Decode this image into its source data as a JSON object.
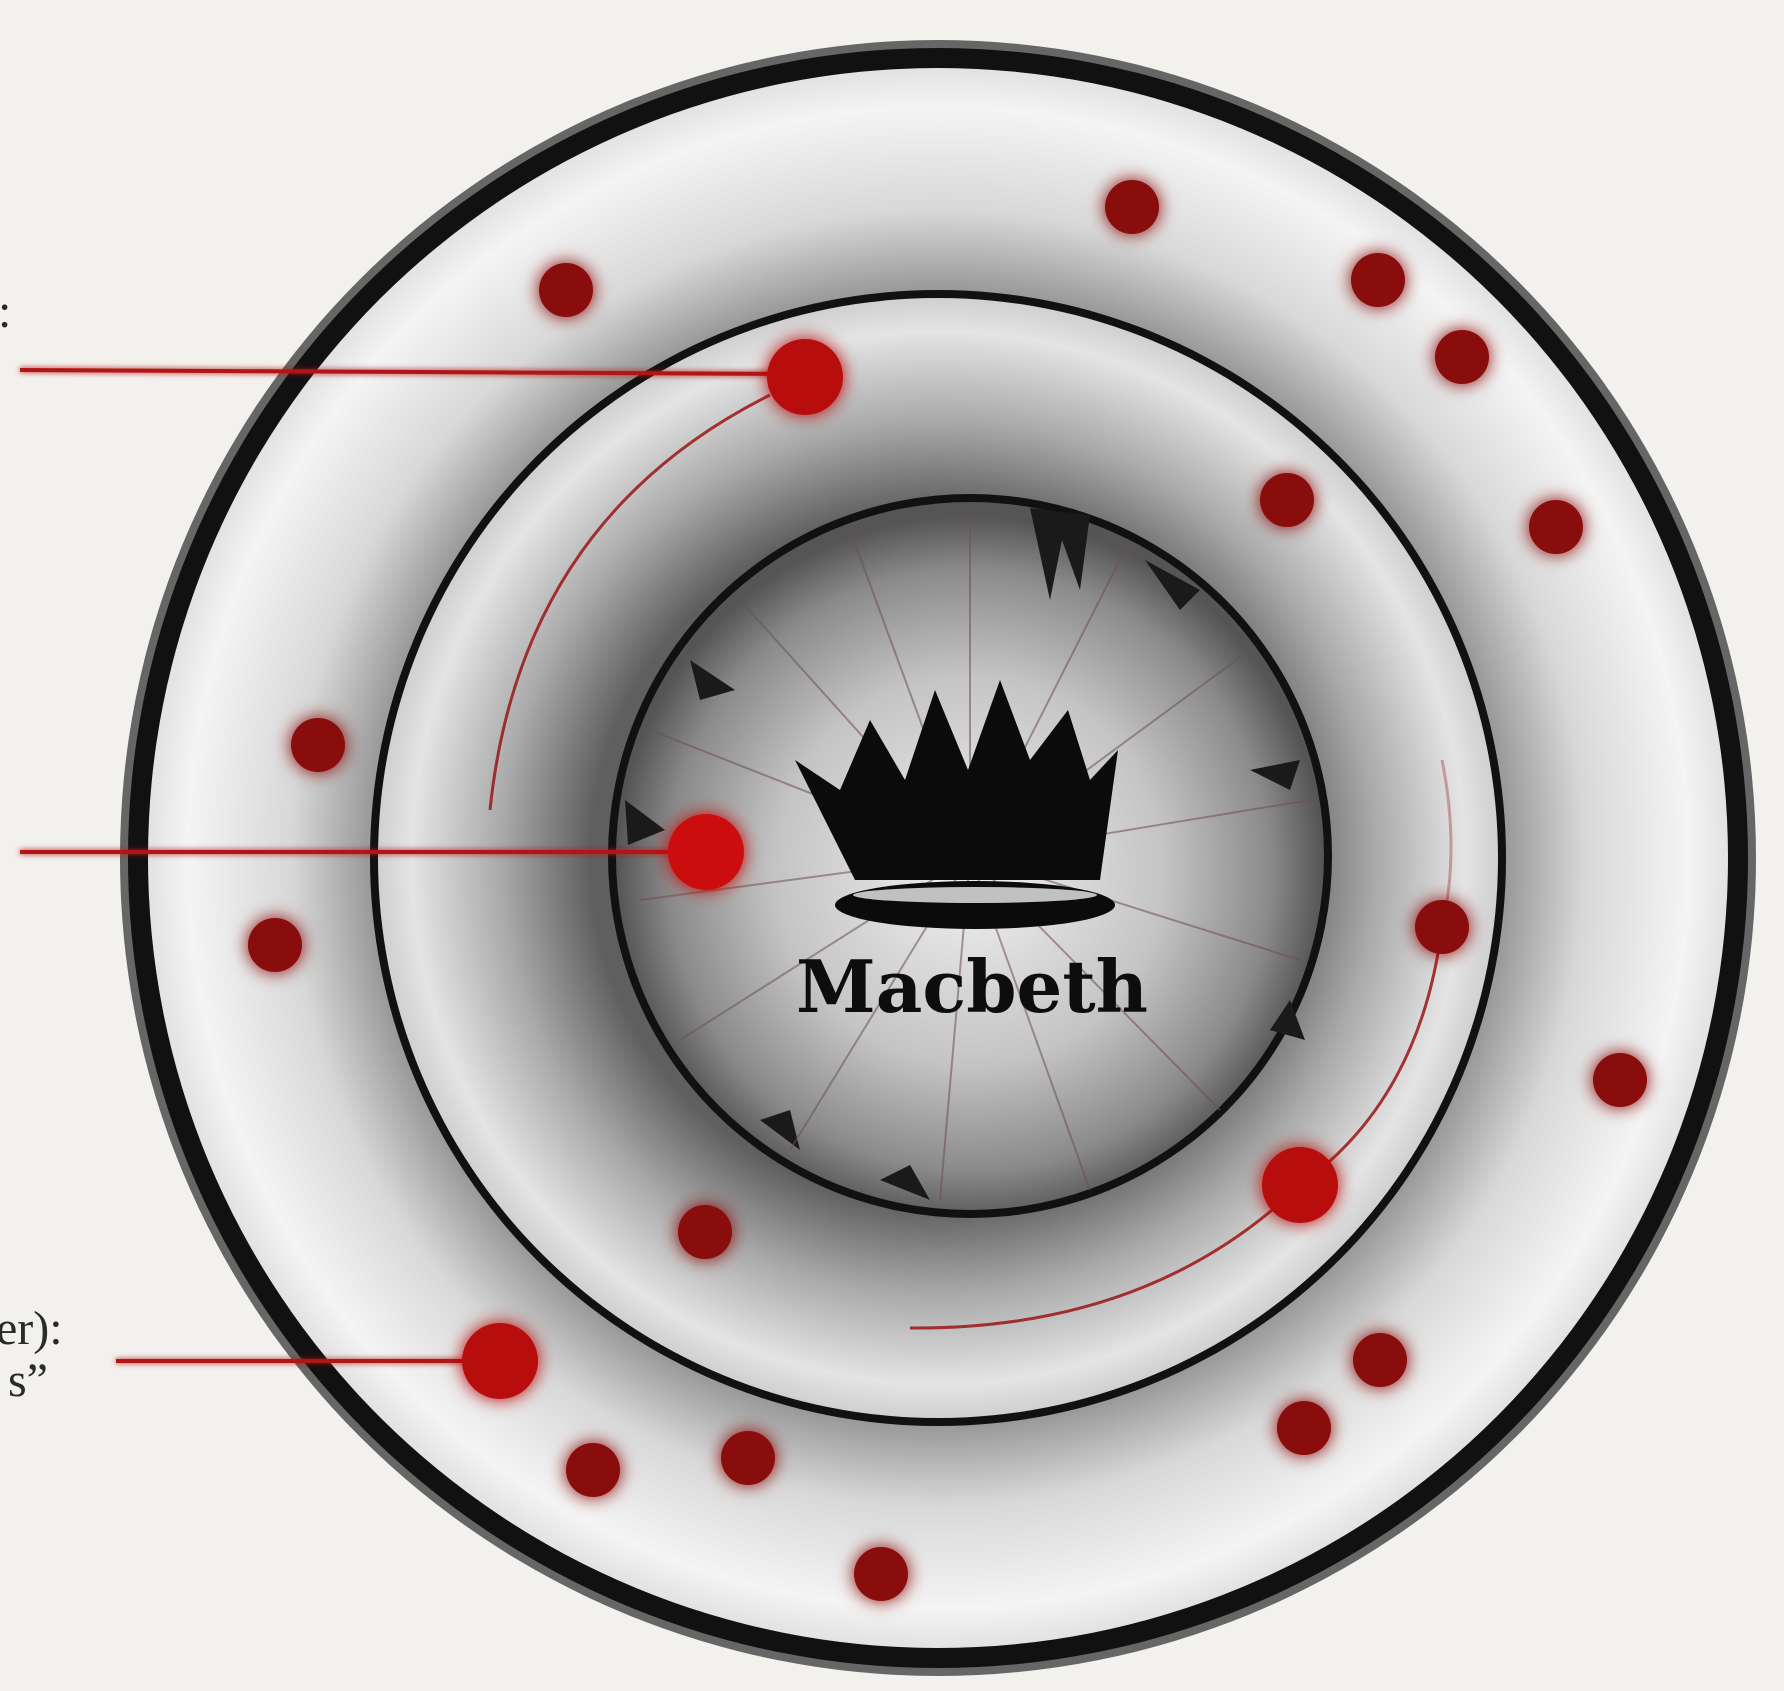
{
  "center": {
    "title": "Macbeth",
    "icon": "crown-icon"
  },
  "labels": {
    "top_fragment": ":",
    "bottom_fragment_line1": "er):",
    "bottom_fragment_line2": "s”"
  },
  "colors": {
    "background": "#f3f1ed",
    "dot": "#8a0a0a",
    "dot_bright": "#c40d0d",
    "glow": "#e02020",
    "ring_dark": "#111111",
    "connector": "#b01515"
  },
  "rings": [
    "outer-ring",
    "middle-ring",
    "inner-core"
  ]
}
